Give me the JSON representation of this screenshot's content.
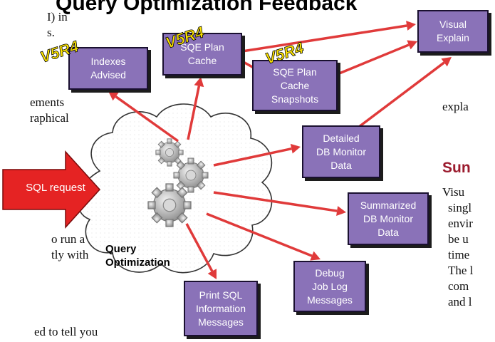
{
  "title": "Query Optimization Feedback",
  "background_text": {
    "left_1a": "I) in",
    "left_1b": "s.",
    "left_2a": "ements",
    "left_2b": "raphical",
    "left_3a": "o  run  a",
    "left_3b": "tly  with",
    "left_4": "ed to tell you",
    "right_1": "expla",
    "right_heading": "Sun",
    "right_2": "Visu",
    "right_3": "singl",
    "right_4": "envir",
    "right_5": "be u",
    "right_6": "time",
    "right_7": "The l",
    "right_8": "com",
    "right_9": "and l"
  },
  "badges": [
    "V5R4",
    "V5R4",
    "V5R4"
  ],
  "sql_request": "SQL request",
  "engine_label": {
    "line1": "Query",
    "line2": "Optimization"
  },
  "boxes": {
    "indexes_advised": {
      "line1": "Indexes",
      "line2": "Advised"
    },
    "sqe_plan_cache": {
      "line1": "SQE Plan",
      "line2": "Cache"
    },
    "sqe_plan_cache_snapshots": {
      "line1": "SQE Plan",
      "line2": "Cache",
      "line3": "Snapshots"
    },
    "visual_explain": {
      "line1": "Visual",
      "line2": "Explain"
    },
    "detailed_db_monitor": {
      "line1": "Detailed",
      "line2": "DB Monitor",
      "line3": "Data"
    },
    "summarized_db_monitor": {
      "line1": "Summarized",
      "line2": "DB Monitor",
      "line3": "Data"
    },
    "debug_job_log": {
      "line1": "Debug",
      "line2": "Job Log",
      "line3": "Messages"
    },
    "print_sql_info": {
      "line1": "Print SQL",
      "line2": "Information",
      "line3": "Messages"
    }
  },
  "colors": {
    "box_fill": "#8a72b8",
    "arrow": "#e03a3a",
    "badge": "#ffe600",
    "heading": "#9b1b2e"
  }
}
